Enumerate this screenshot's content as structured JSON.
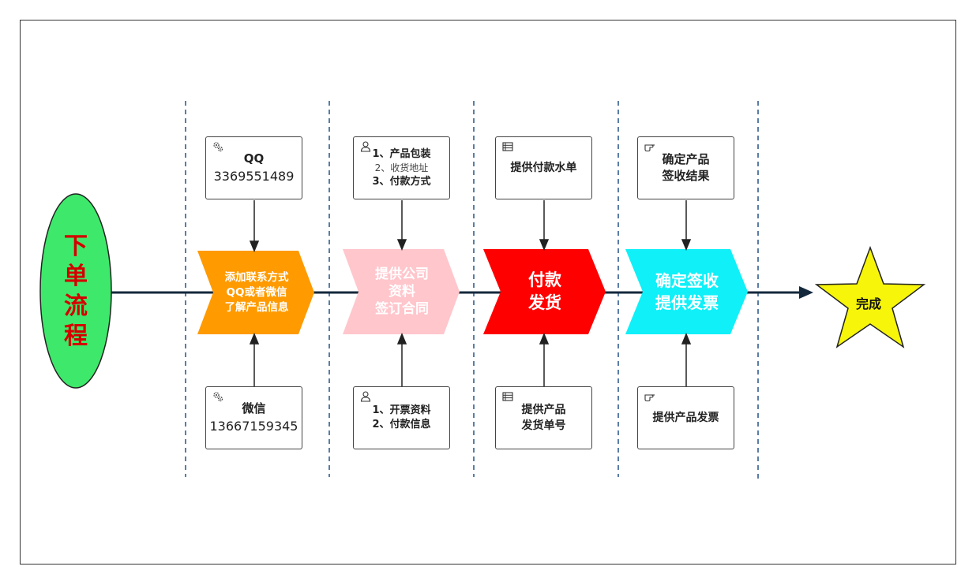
{
  "start": {
    "label_chars": [
      "下",
      "单",
      "流",
      "程"
    ],
    "fill": "#3ee86a",
    "text_color": "#d40000"
  },
  "end": {
    "label": "完成",
    "fill": "#f6f50a"
  },
  "steps": [
    {
      "label_lines": [
        "添加联系方式",
        "QQ或者微信",
        "了解产品信息"
      ],
      "fill": "#ff9a00"
    },
    {
      "label_lines": [
        "提供公司",
        "资料",
        "签订合同"
      ],
      "fill": "#ffc6cc"
    },
    {
      "label_lines": [
        "付款",
        "发货"
      ],
      "fill": "#ff0000"
    },
    {
      "label_lines": [
        "确定签收",
        "提供发票"
      ],
      "fill": "#0ff0f8"
    }
  ],
  "top_boxes": [
    {
      "icon": "gears-icon",
      "lines": [
        "QQ",
        "3369551489"
      ]
    },
    {
      "icon": "person-icon",
      "lines": [
        "1、产品包装",
        "2、收货地址",
        "3、付款方式"
      ]
    },
    {
      "icon": "list-icon",
      "lines": [
        "提供付款水单"
      ]
    },
    {
      "icon": "hand-pointer-icon",
      "lines": [
        "确定产品",
        "签收结果"
      ]
    }
  ],
  "bottom_boxes": [
    {
      "icon": "gears-icon",
      "lines": [
        "微信",
        "13667159345"
      ]
    },
    {
      "icon": "person-icon",
      "lines": [
        "1、开票资料",
        "2、付款信息"
      ]
    },
    {
      "icon": "list-icon",
      "lines": [
        "提供产品",
        "发货单号"
      ]
    },
    {
      "icon": "hand-pointer-icon",
      "lines": [
        "提供产品发票"
      ]
    }
  ],
  "colors": {
    "flow_line": "#14283c",
    "divider": "#5a7ea6",
    "box_border": "#444444"
  }
}
